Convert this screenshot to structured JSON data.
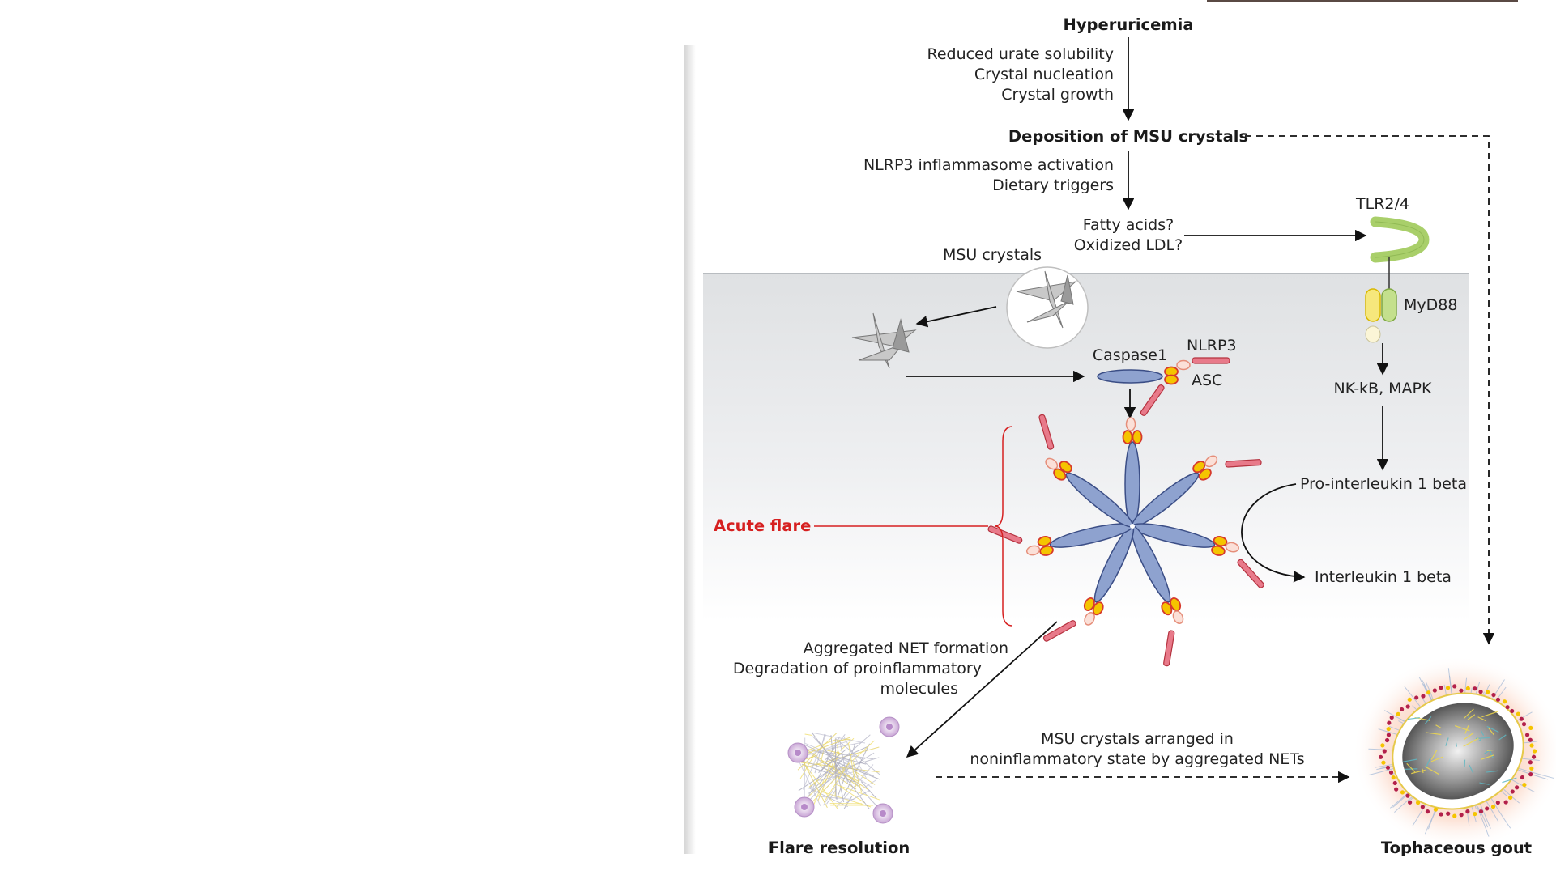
{
  "labels": {
    "hyperuricemia": "Hyperuricemia",
    "step1_line1": "Reduced urate solubility",
    "step1_line2": "Crystal nucleation",
    "step1_line3": "Crystal growth",
    "deposition": "Deposition of MSU crystals",
    "step2_line1": "NLRP3 inflammasome activation",
    "step2_line2": "Dietary triggers",
    "fatty_acids": "Fatty acids?",
    "oxidized_ldl": "Oxidized LDL?",
    "tlr": "TLR2/4",
    "myd88": "MyD88",
    "msu_crystals": "MSU crystals",
    "caspase1": "Caspase1",
    "nlrp3": "NLRP3",
    "asc": "ASC",
    "nfkb": "NK-kB, MAPK",
    "pro_il1b": "Pro-interleukin 1 beta",
    "il1b": "Interleukin 1 beta",
    "acute_flare": "Acute flare",
    "net_line1": "Aggregated NET formation",
    "net_line2": "Degradation of proinflammatory",
    "net_line3": "molecules",
    "msu_arranged_line1": "MSU crystals arranged in",
    "msu_arranged_line2": "noninflammatory state by aggregated NETs",
    "flare_resolution": "Flare resolution",
    "tophaceous_gout": "Tophaceous gout"
  },
  "colors": {
    "acute_flare": "#d62020",
    "caspase": "#8ea2cf",
    "nlrp3": "#d9556b",
    "asc": "#f5c400",
    "tlr": "#a9cf6a",
    "cell_bg": "#e6e8ea"
  }
}
